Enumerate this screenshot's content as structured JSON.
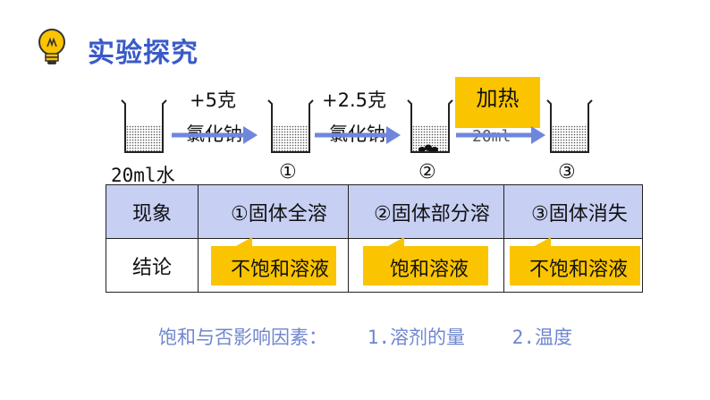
{
  "title": "实验探究",
  "steps": {
    "add1_top": "+5克",
    "add1_bottom": "氯化钠",
    "add2_top": "+2.5克",
    "add2_bottom": "氯化钠",
    "heat_label": "加热",
    "heat_sub": "20ml",
    "water_label_num": "20ml",
    "water_label_char": "水",
    "beaker1": "①",
    "beaker2": "②",
    "beaker3": "③"
  },
  "table": {
    "row_phenomenon": {
      "header": "现象",
      "cells": [
        "①固体全溶",
        "②固体部分溶",
        "③固体消失"
      ]
    },
    "row_conclusion": {
      "header": "结论",
      "cells": [
        "不饱和溶液",
        "饱和溶液",
        "不饱和溶液"
      ]
    }
  },
  "factors": {
    "label": "饱和与否影响因素：",
    "item1_num": "1.",
    "item1_text": "溶剂的量",
    "item2_num": "2.",
    "item2_text": "温度"
  },
  "colors": {
    "title": "#3a5ac8",
    "accent_yellow": "#fbc400",
    "table_header_row": "#c7cff3",
    "arrow": "#6f86dd",
    "factors_text": "#6f86cf"
  },
  "icons": {
    "bulb": "lightbulb-icon",
    "beaker": "beaker-icon",
    "arrow": "arrow-right-icon"
  }
}
